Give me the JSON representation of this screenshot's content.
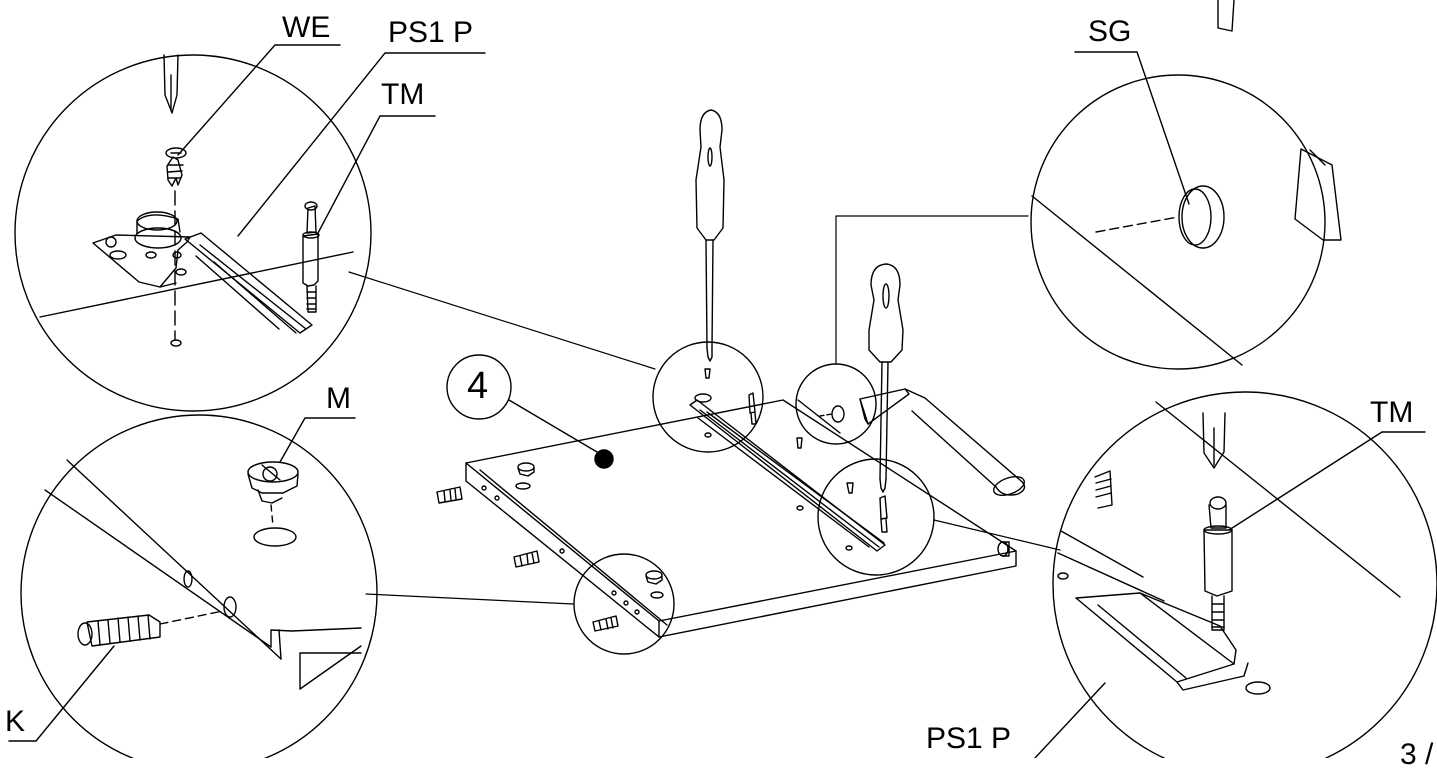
{
  "step": {
    "number": "4"
  },
  "page_number": "3 /",
  "labels": {
    "we": "WE",
    "ps1p_top": "PS1 P",
    "tm_top": "TM",
    "sg": "SG",
    "tm_right": "TM",
    "m": "M",
    "k": "K",
    "ps1p_bottom": "PS1 P"
  },
  "colors": {
    "ink": "#000000",
    "paper": "#ffffff"
  }
}
